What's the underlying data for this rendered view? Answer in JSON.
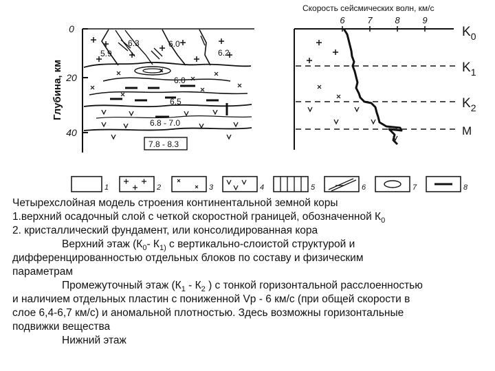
{
  "figure": {
    "left_panel": {
      "y_axis_title": "Глубина, км",
      "depth_ticks": [
        "0",
        "20",
        "40"
      ],
      "velocity_labels": [
        "5.9",
        "6.3",
        "6.0",
        "6.2",
        "6.0",
        "6.5",
        "6.8 - 7.0",
        "7.8 - 8.3"
      ]
    },
    "right_panel": {
      "title": "Скорость сейсмических волн, км/с",
      "velocity_ticks": [
        "6",
        "7",
        "8",
        "9"
      ],
      "boundaries": [
        {
          "symbol": "K",
          "sub": "0"
        },
        {
          "symbol": "K",
          "sub": "1"
        },
        {
          "symbol": "K",
          "sub": "2"
        },
        {
          "symbol": "M",
          "sub": ""
        }
      ]
    },
    "legend": [
      "1",
      "2",
      "3",
      "4",
      "5",
      "6",
      "7",
      "8"
    ]
  },
  "caption": {
    "title": "Четырехслойная модель строения континентальной земной коры",
    "item1": "1.верхний осадочный слой с четкой скоростной границей, обозначенной К",
    "item1_sub": "0",
    "item2": "2. кристаллический фундамент, или консолидированная кора",
    "upper_a": "Верхний этаж  (К",
    "upper_sub0": "0",
    "upper_b": "- К",
    "upper_sub1": "1)",
    "upper_c": " с вертикально-слоистой структурой и",
    "upper_line2": "дифференцированностью отдельных блоков по составу и физическим",
    "upper_line3": "параметрам",
    "mid_a": "Промежуточный этаж (К",
    "mid_sub1": "1",
    "mid_b": " - К",
    "mid_sub2": "2",
    "mid_c": " ) с тонкой горизонтальной расслоенностью",
    "mid_line2": "и наличием отдельных пластин с пониженной Vp - 6 км/с (при общей скорости в",
    "mid_line3": "слое 6,4-6,7 км/с) и аномальной плотностью. Здесь возможны горизонтальные",
    "mid_line4": "подвижки вещества",
    "lower": "Нижний этаж"
  }
}
